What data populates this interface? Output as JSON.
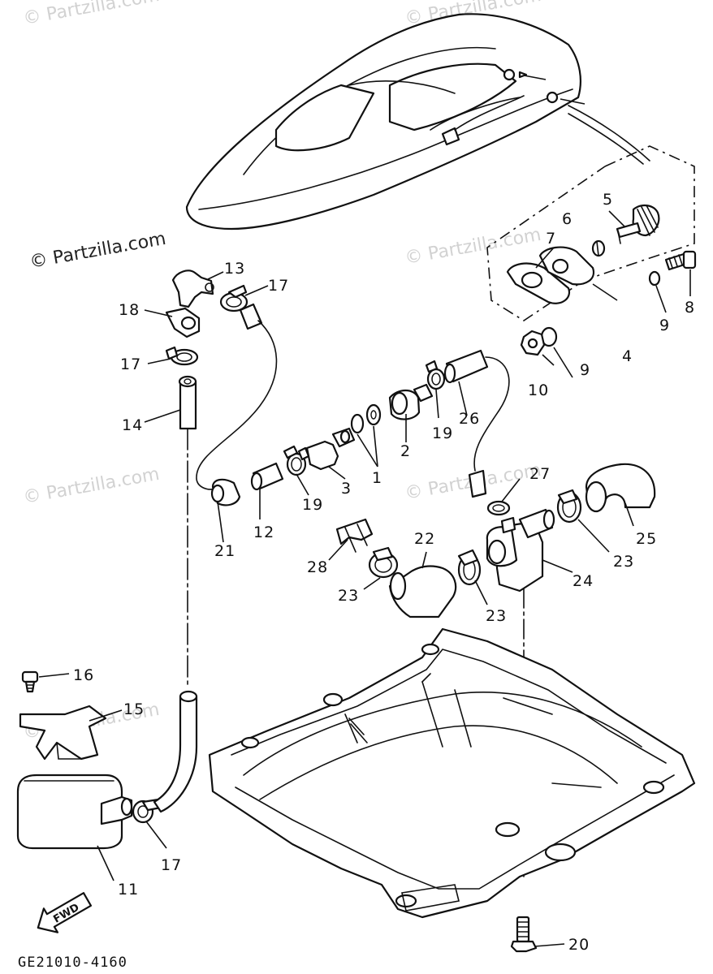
{
  "diagram": {
    "watermark": "© Partzilla.com",
    "code": "GE21010-4160",
    "fwd_label": "FWD",
    "callouts": [
      {
        "id": "c1",
        "text": "1"
      },
      {
        "id": "c2",
        "text": "2"
      },
      {
        "id": "c3",
        "text": "3"
      },
      {
        "id": "c4",
        "text": "4"
      },
      {
        "id": "c5",
        "text": "5"
      },
      {
        "id": "c6",
        "text": "6"
      },
      {
        "id": "c7",
        "text": "7"
      },
      {
        "id": "c8",
        "text": "8"
      },
      {
        "id": "c9a",
        "text": "9"
      },
      {
        "id": "c9b",
        "text": "9"
      },
      {
        "id": "c10",
        "text": "10"
      },
      {
        "id": "c11",
        "text": "11"
      },
      {
        "id": "c12",
        "text": "12"
      },
      {
        "id": "c13",
        "text": "13"
      },
      {
        "id": "c14",
        "text": "14"
      },
      {
        "id": "c15",
        "text": "15"
      },
      {
        "id": "c16",
        "text": "16"
      },
      {
        "id": "c17a",
        "text": "17"
      },
      {
        "id": "c17b",
        "text": "17"
      },
      {
        "id": "c17c",
        "text": "17"
      },
      {
        "id": "c18",
        "text": "18"
      },
      {
        "id": "c19a",
        "text": "19"
      },
      {
        "id": "c19b",
        "text": "19"
      },
      {
        "id": "c20",
        "text": "20"
      },
      {
        "id": "c21",
        "text": "21"
      },
      {
        "id": "c22",
        "text": "22"
      },
      {
        "id": "c23a",
        "text": "23"
      },
      {
        "id": "c23b",
        "text": "23"
      },
      {
        "id": "c23c",
        "text": "23"
      },
      {
        "id": "c24",
        "text": "24"
      },
      {
        "id": "c25",
        "text": "25"
      },
      {
        "id": "c26",
        "text": "26"
      },
      {
        "id": "c27",
        "text": "27"
      },
      {
        "id": "c28",
        "text": "28"
      }
    ]
  }
}
